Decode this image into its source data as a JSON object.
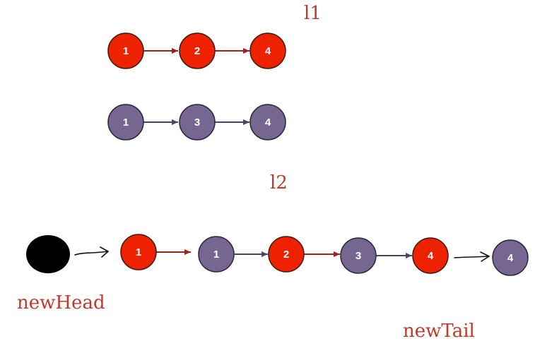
{
  "list1": {
    "label": "l1",
    "nodes": [
      "1",
      "2",
      "4"
    ]
  },
  "list2": {
    "label": "l2",
    "nodes": [
      "1",
      "3",
      "4"
    ]
  },
  "merged": {
    "nodes": [
      "1",
      "1",
      "2",
      "3",
      "4",
      "4"
    ]
  },
  "pointers": {
    "head_label": "newHead",
    "tail_label": "newTail"
  },
  "colors": {
    "list1_node": "#ee2200",
    "list2_node": "#75678f",
    "list1_arrow": "#a0201a",
    "list2_arrow": "#4a4468",
    "dummy_node": "#000000",
    "label_text": "#c0392b"
  }
}
